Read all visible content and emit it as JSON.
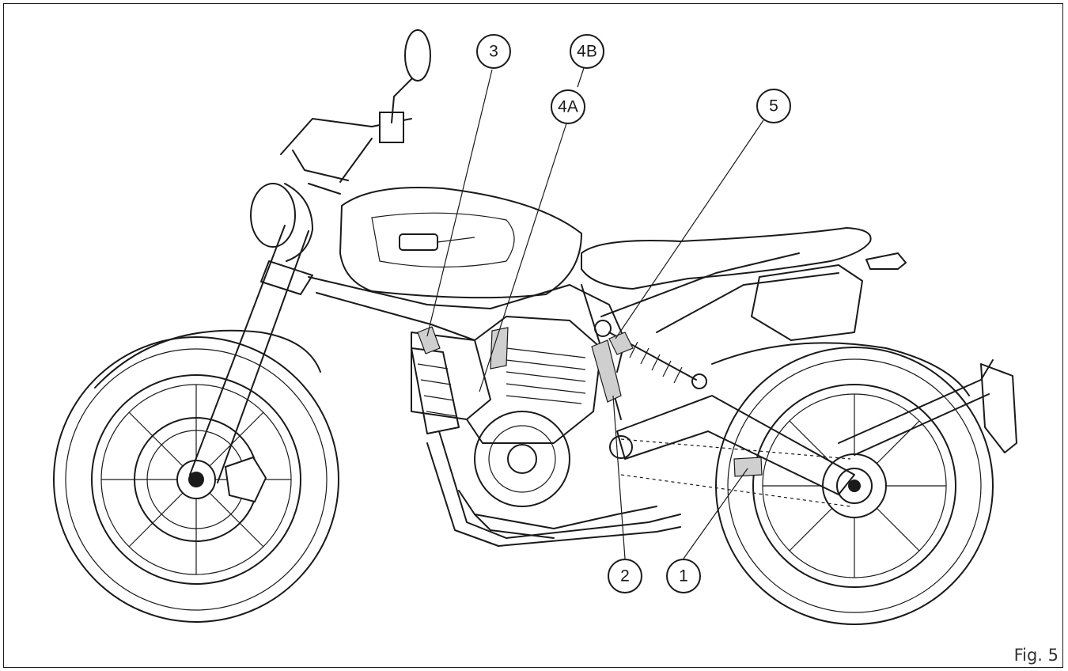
{
  "figure": {
    "label": "Fig. 5",
    "callouts": [
      {
        "id": "3",
        "text": "3"
      },
      {
        "id": "4B",
        "text": "4B"
      },
      {
        "id": "4A",
        "text": "4A"
      },
      {
        "id": "5",
        "text": "5"
      },
      {
        "id": "2",
        "text": "2"
      },
      {
        "id": "1",
        "text": "1"
      }
    ],
    "colors": {
      "line": "#1a1a1a",
      "label_tag": "#cfcfcf",
      "background": "#ffffff"
    }
  }
}
